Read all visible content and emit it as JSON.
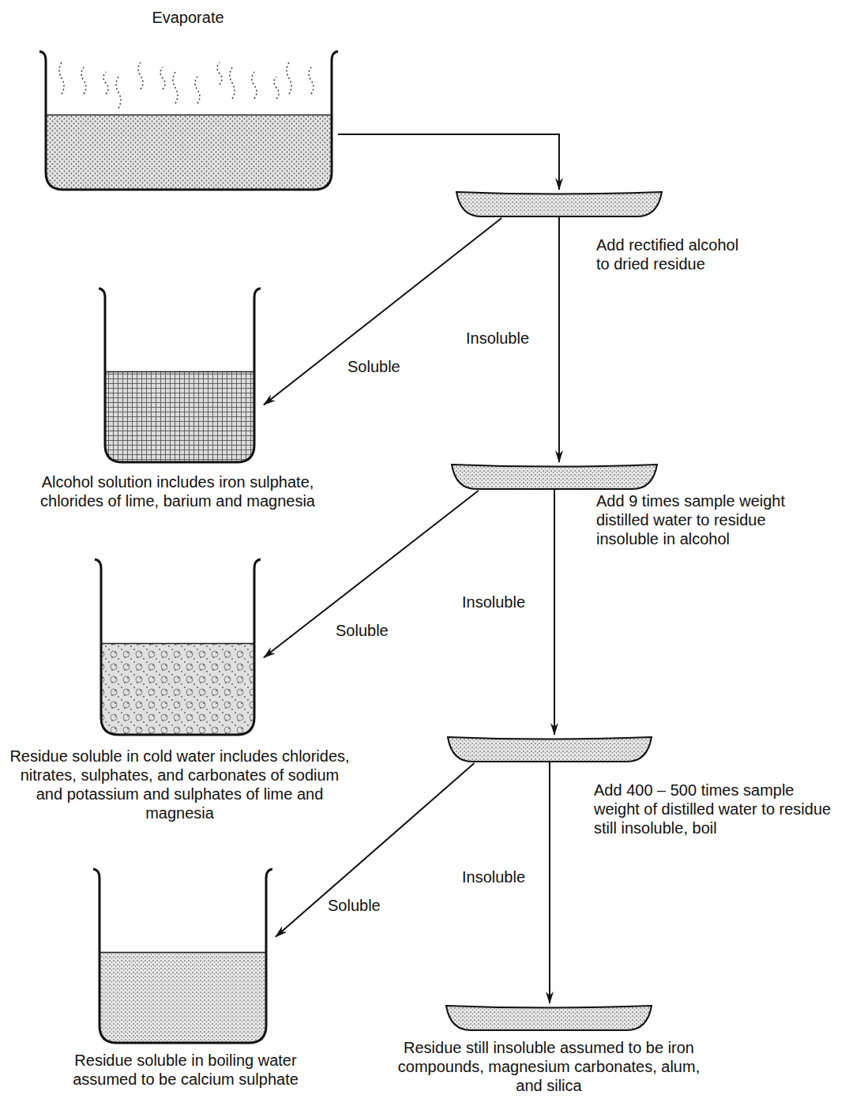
{
  "diagram": {
    "nodes": [
      {
        "text": [
          "Evaporate"
        ]
      },
      {
        "text": [
          "Add rectified alcohol to dried residue"
        ]
      },
      {
        "text": [
          "Alcohol solution includes iron sulphate, chlorides of lime, barium and magnesia"
        ]
      },
      {
        "text": [
          "Add 9 times sample weight distilled water to residue insoluble in alcohol"
        ]
      },
      {
        "text": [
          "Residue soluble in cold water includes chlorides, nitrates, sulphates, and carbonates of sodium and potassium and sulphates of lime and magnesia"
        ]
      },
      {
        "text": [
          "Add 400 – 500 times sample weight of distilled water to residue still insoluble, boil"
        ]
      },
      {
        "text": [
          "Residue soluble in boiling water assumed to be calcium sulphate"
        ]
      },
      {
        "text": [
          "Residue still insoluble assumed to be iron compounds, magnesium carbonates, alum, and silica"
        ]
      }
    ],
    "edges": [
      {
        "from": 0,
        "to": 1,
        "arrow": "to"
      },
      {
        "from": 1,
        "to": 2,
        "label": "Soluble",
        "arrow": "to"
      },
      {
        "from": 1,
        "to": 3,
        "label": "Insoluble",
        "arrow": "to"
      },
      {
        "from": 3,
        "to": 4,
        "label": "Soluble",
        "arrow": "to"
      },
      {
        "from": 3,
        "to": 5,
        "label": "Insoluble",
        "arrow": "to"
      },
      {
        "from": 5,
        "to": 6,
        "label": "Soluble",
        "arrow": "to"
      },
      {
        "from": 5,
        "to": 7,
        "label": "Insoluble",
        "arrow": "to"
      }
    ]
  }
}
